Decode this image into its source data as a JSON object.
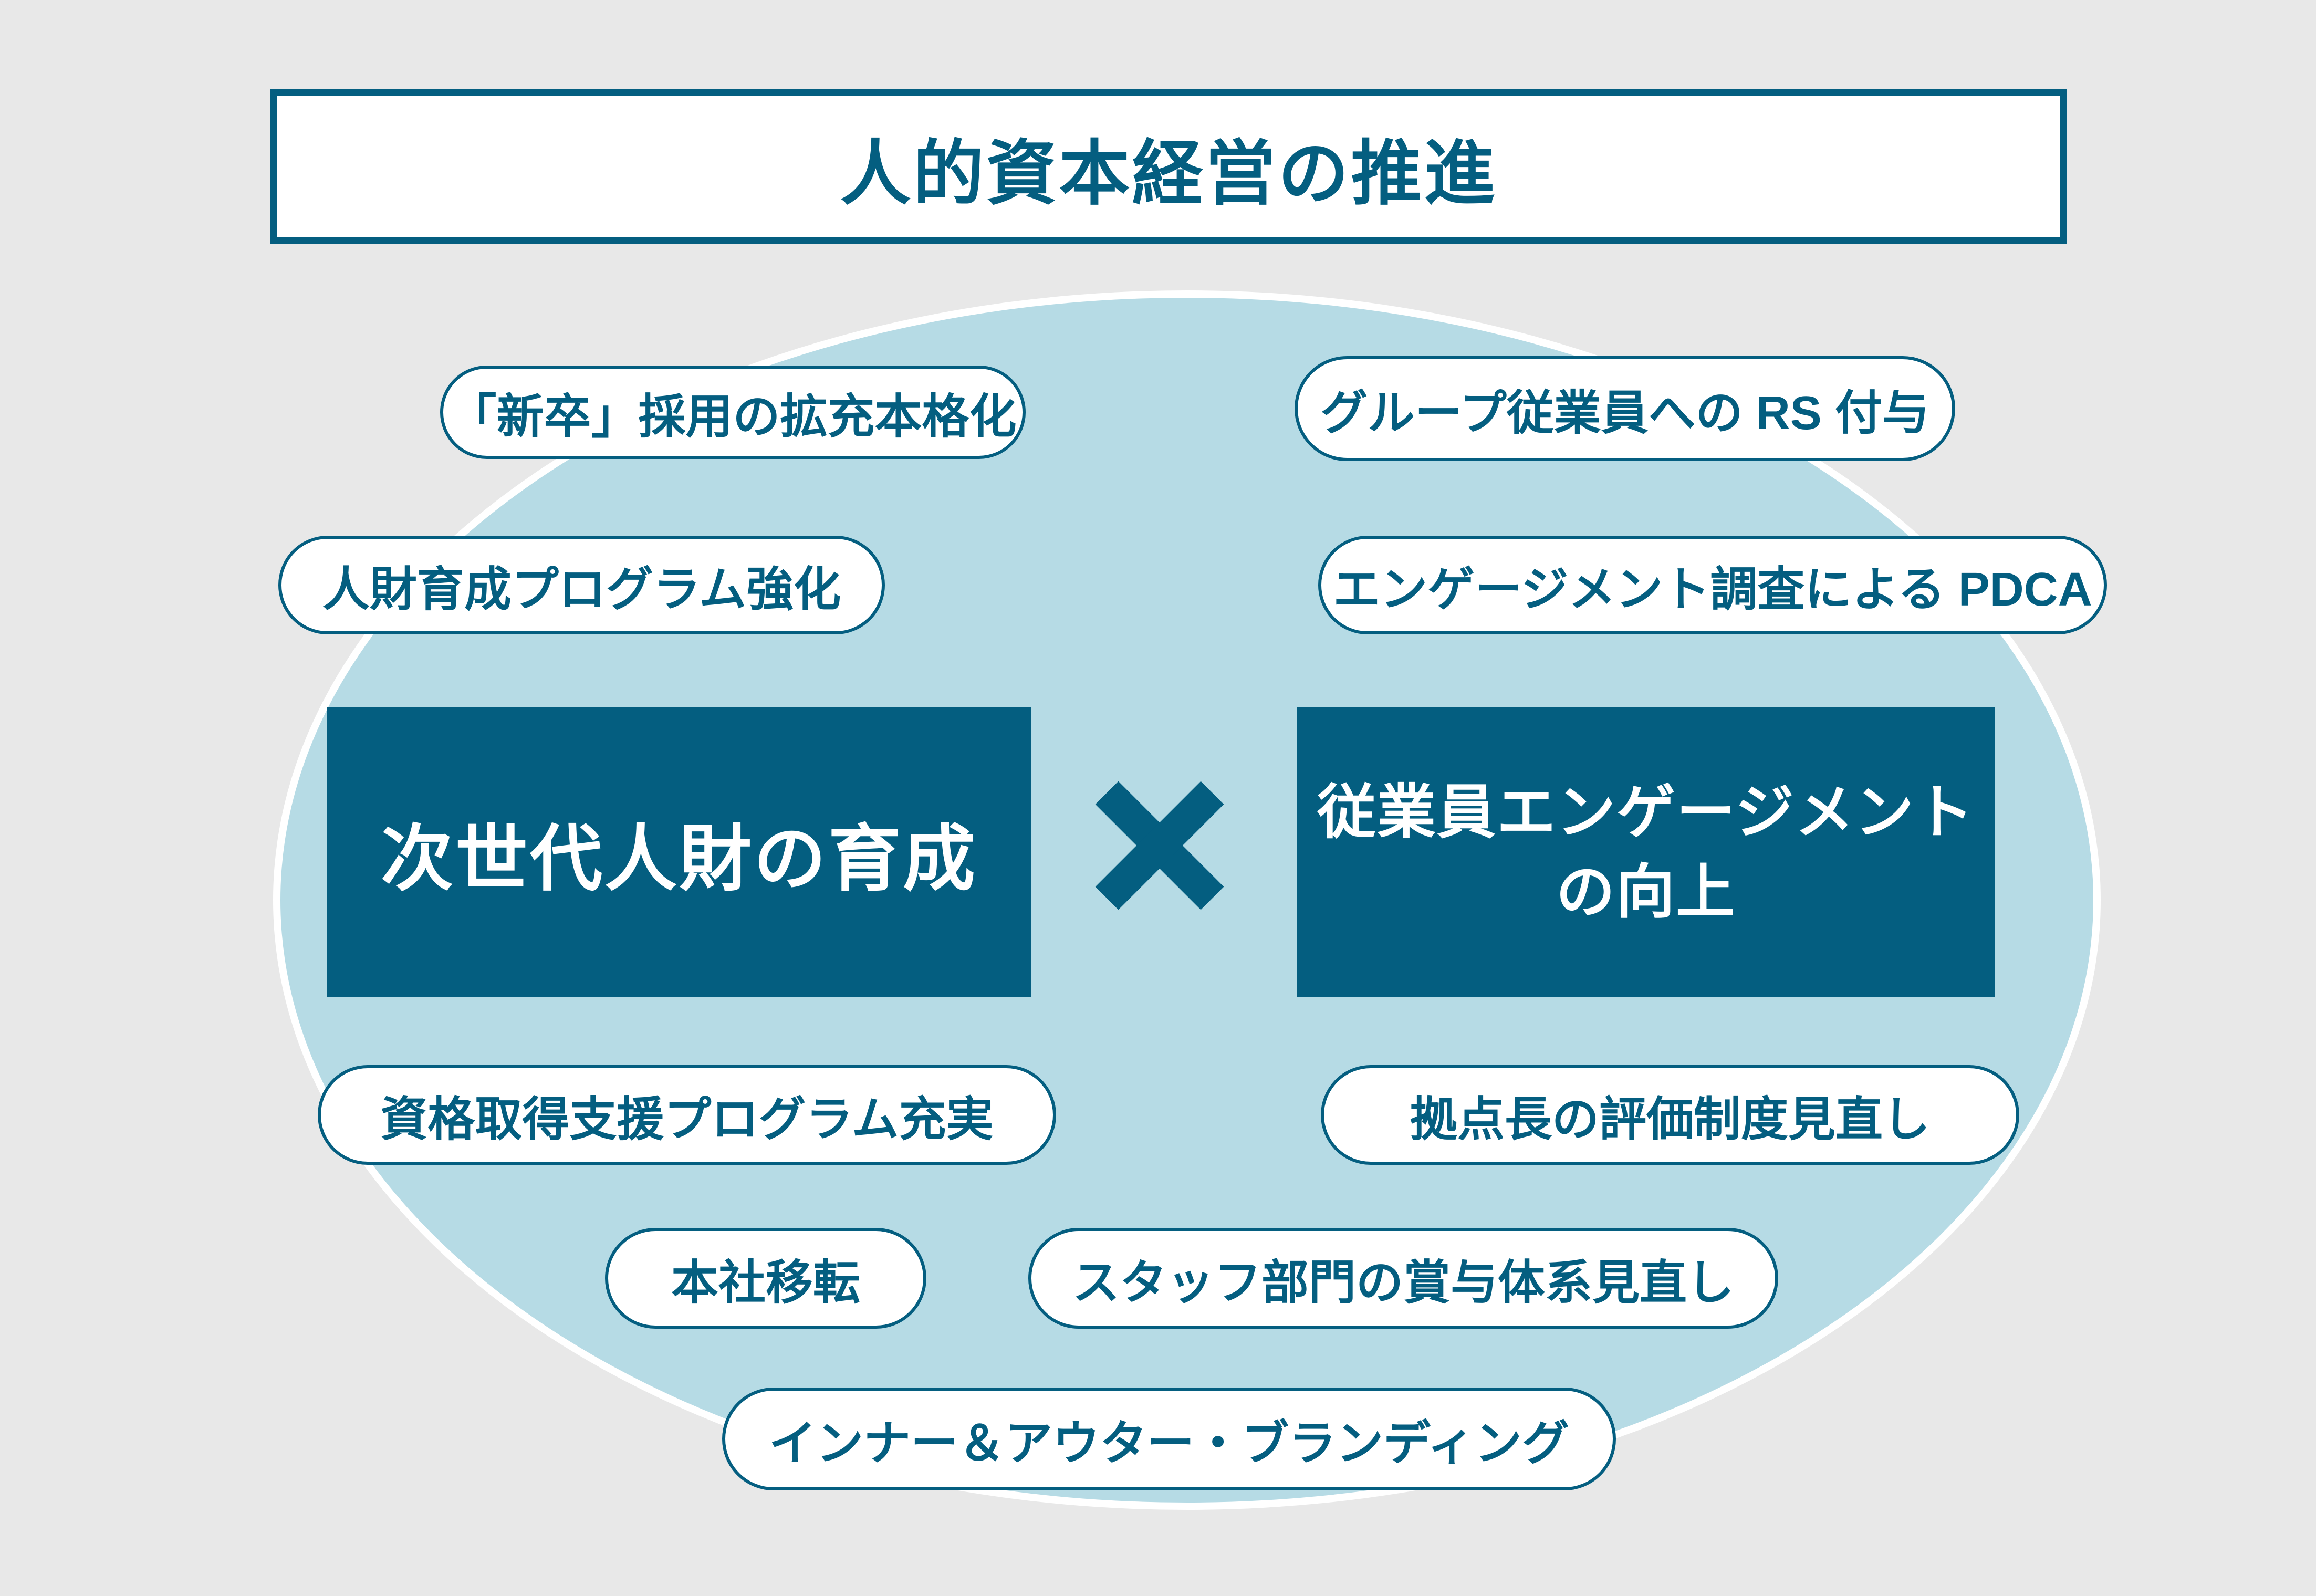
{
  "title": "人的資本経営の推進",
  "colors": {
    "accent": "#045e80",
    "background": "#e8e8e8",
    "ellipse_fill": "#b6dbe5",
    "pill_bg": "#ffffff",
    "box_text": "#ffffff"
  },
  "core": {
    "left_box": "次世代人財の育成",
    "right_box_line1": "従業員エンゲージメント",
    "right_box_line2": "の向上",
    "center_icon": "multiply-icon",
    "center_symbol": "×"
  },
  "initiatives": [
    {
      "id": "new-grad-hiring",
      "label": "「新卒」採用の拡充本格化"
    },
    {
      "id": "rs-grant",
      "label": "グループ従業員への RS 付与"
    },
    {
      "id": "training-program",
      "label": "人財育成プログラム強化"
    },
    {
      "id": "engagement-pdca",
      "label": "エンゲージメント調査による PDCA"
    },
    {
      "id": "certification-support",
      "label": "資格取得支援プログラム充実"
    },
    {
      "id": "manager-evaluation",
      "label": "拠点長の評価制度見直し"
    },
    {
      "id": "hq-relocation",
      "label": "本社移転"
    },
    {
      "id": "staff-bonus-review",
      "label": "スタッフ部門の賞与体系見直し"
    },
    {
      "id": "inner-outer-branding",
      "label": "インナー＆アウター・ブランディング"
    }
  ]
}
